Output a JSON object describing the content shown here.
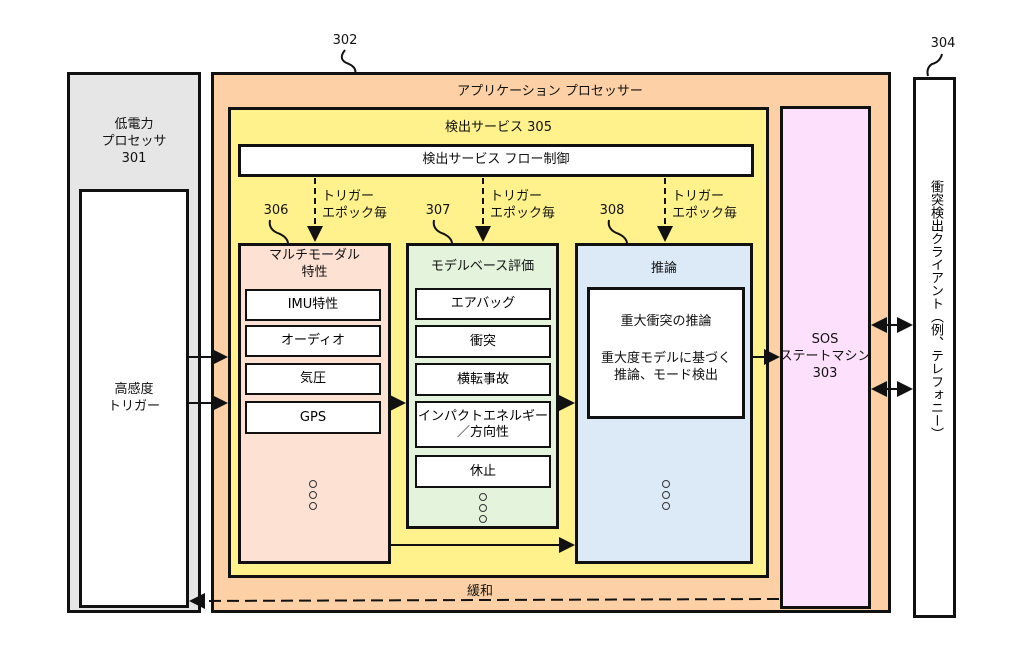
{
  "refs": {
    "r302": "302",
    "r304": "304",
    "r306": "306",
    "r307": "307",
    "r308": "308"
  },
  "low_power": {
    "title": "低電力\nプロセッサ\n301",
    "trigger": "高感度\nトリガー"
  },
  "app_processor": {
    "title": "アプリケーション プロセッサー"
  },
  "detection_service": {
    "title": "検出サービス 305",
    "flow_control": "検出サービス フロー制御",
    "trigger_label": "トリガー\nエポック毎"
  },
  "multimodal": {
    "title": "マルチモーダル\n特性",
    "items": [
      "IMU特性",
      "オーディオ",
      "気圧",
      "GPS"
    ]
  },
  "model_eval": {
    "title": "モデルベース評価",
    "items": [
      "エアバッグ",
      "衝突",
      "横転事故",
      "インパクトエネルギー\n／方向性",
      "休止"
    ]
  },
  "inference": {
    "title": "推論",
    "line1": "重大衝突の推論",
    "line2": "重大度モデルに基づく\n推論、モード検出"
  },
  "sos": {
    "title": "SOS\nステートマシン\n303"
  },
  "client": {
    "title": "衝突検出クライアント（例、テレフォニー）"
  },
  "mitigation": "緩和",
  "colors": {
    "low_power": "#e6e6e6",
    "app": "#fdd1a5",
    "service": "#fff28c",
    "multimodal": "#fde2d4",
    "model": "#e3f3dc",
    "inference": "#dce9f6",
    "sos": "#fde1fc"
  }
}
